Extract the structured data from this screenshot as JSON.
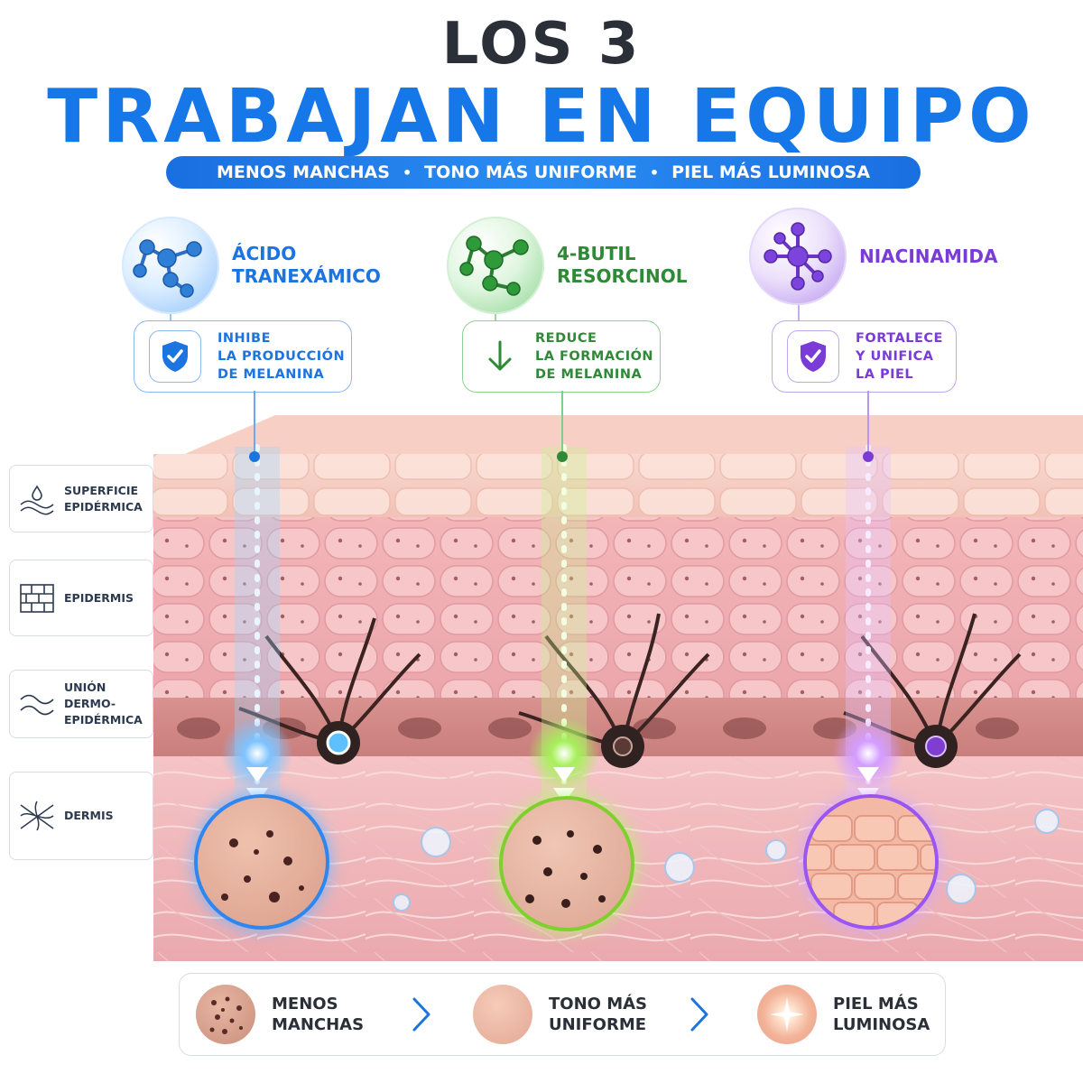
{
  "header": {
    "line1": "LOS 3",
    "line2": "TRABAJAN EN EQUIPO"
  },
  "banner": {
    "items": [
      "MENOS MANCHAS",
      "TONO MÁS UNIFORME",
      "PIEL MÁS LUMINOSA"
    ],
    "separator": "•"
  },
  "ingredients": [
    {
      "name_lines": [
        "ÁCIDO",
        "TRANEXÁMICO"
      ],
      "color": "#1c74e0",
      "action_lines": [
        "INHIBE",
        "LA PRODUCCIÓN",
        "DE MELANINA"
      ],
      "icon": "shield-check-icon"
    },
    {
      "name_lines": [
        "4-BUTIL",
        "RESORCINOL"
      ],
      "color": "#2e8a36",
      "action_lines": [
        "REDUCE",
        "LA FORMACIÓN",
        "DE MELANINA"
      ],
      "icon": "arrow-down-icon"
    },
    {
      "name_lines": [
        "NIACINAMIDA"
      ],
      "color": "#7a3bd6",
      "action_lines": [
        "FORTALECE",
        "Y UNIFICA",
        "LA PIEL"
      ],
      "icon": "shield-check-icon"
    }
  ],
  "layers": [
    {
      "lines": [
        "SUPERFICIE",
        "EPIDÉRMICA"
      ],
      "icon": "water-waves-icon"
    },
    {
      "lines": [
        "EPIDERMIS"
      ],
      "icon": "brick-wall-icon"
    },
    {
      "lines": [
        "UNIÓN",
        "DERMO-",
        "EPIDÉRMICA"
      ],
      "icon": "wavy-lines-icon"
    },
    {
      "lines": [
        "DERMIS"
      ],
      "icon": "fiber-mesh-icon"
    }
  ],
  "results": [
    {
      "lines": [
        "MENOS",
        "MANCHAS"
      ],
      "icon": "spotted-skin-icon"
    },
    {
      "lines": [
        "TONO MÁS",
        "UNIFORME"
      ],
      "icon": "even-skin-icon"
    },
    {
      "lines": [
        "PIEL MÁS",
        "LUMINOSA"
      ],
      "icon": "glowing-skin-icon"
    }
  ],
  "colors": {
    "title_dark": "#2b2f38",
    "brand_blue": "#1677e8",
    "blue": "#1c74e0",
    "green": "#2e8a36",
    "purple": "#7a3bd6",
    "skin_pink": "#f2b3b6"
  }
}
